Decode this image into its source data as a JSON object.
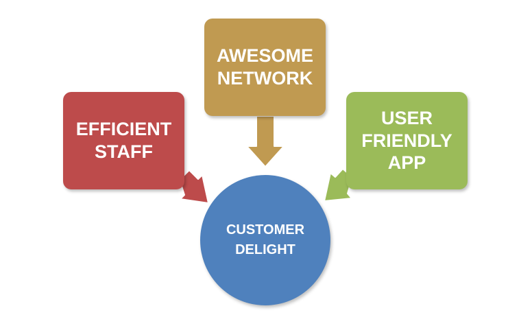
{
  "diagram": {
    "center": {
      "lines": [
        "CUSTOMER",
        "DELIGHT"
      ],
      "color": "#4f81bd"
    },
    "nodes": [
      {
        "id": "network",
        "lines": [
          "AWESOME",
          "NETWORK"
        ],
        "color": "#c09a51"
      },
      {
        "id": "staff",
        "lines": [
          "EFFICIENT",
          "STAFF"
        ],
        "color": "#bd4b4b"
      },
      {
        "id": "app",
        "lines": [
          "USER",
          "FRIENDLY",
          "APP"
        ],
        "color": "#9bbb59"
      }
    ],
    "connectors": [
      {
        "from": "network",
        "to": "center",
        "color": "#c09a51"
      },
      {
        "from": "staff",
        "to": "center",
        "color": "#bd4b4b"
      },
      {
        "from": "app",
        "to": "center",
        "color": "#9bbb59"
      }
    ]
  }
}
